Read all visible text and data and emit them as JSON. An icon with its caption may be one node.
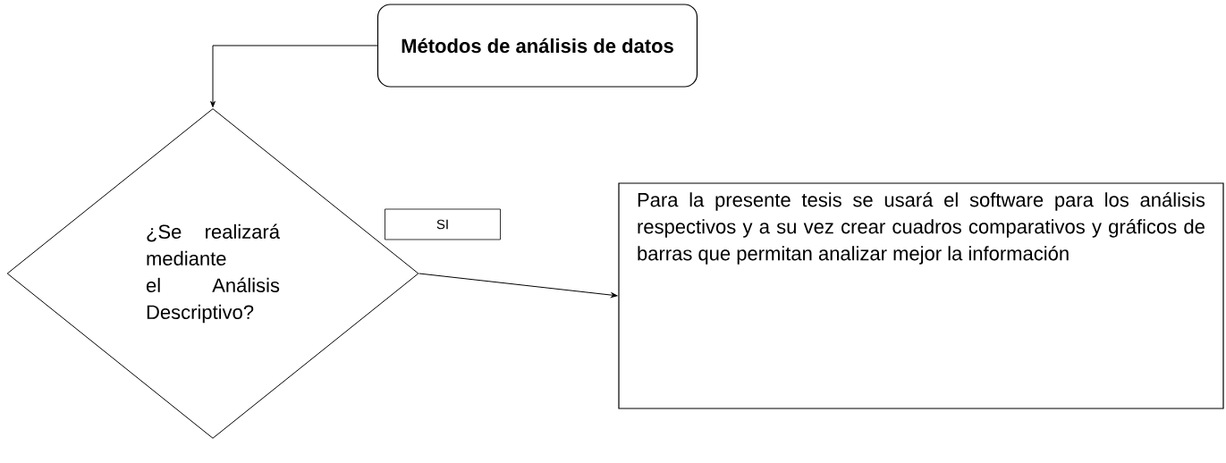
{
  "diagram": {
    "nodes": [
      {
        "text": [
          "Métodos de análisis de datos"
        ]
      },
      {
        "text": [
          "¿Se realizará mediante el Análisis Descriptivo?"
        ]
      },
      {
        "text": [
          "Para la presente tesis se usará el software para los análisis respectivos y a su vez crear cuadros comparativos y gráficos de barras que permitan analizar mejor la información"
        ]
      }
    ],
    "edges": [
      {
        "from": 0,
        "to": 1,
        "arrow": "to"
      },
      {
        "from": 1,
        "to": 2,
        "arrow": "to",
        "label": "SI"
      }
    ]
  }
}
